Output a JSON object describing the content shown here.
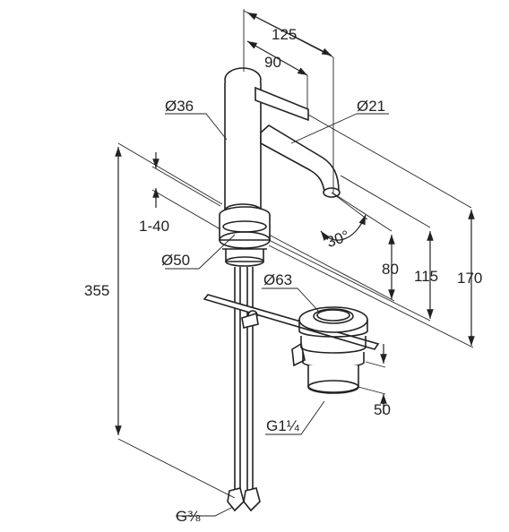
{
  "dimensions": {
    "reach_125": "125",
    "reach_90": "90",
    "diameter_body": "Ø36",
    "diameter_spout": "Ø21",
    "adjust_range": "1-40",
    "spout_angle": "30°",
    "diameter_base": "Ø50",
    "diameter_waste": "Ø63",
    "total_height": "355",
    "height_80": "80",
    "height_115": "115",
    "height_170": "170",
    "waste_height": "50",
    "waste_thread": "G1¼",
    "hose_thread": "G⅜"
  }
}
